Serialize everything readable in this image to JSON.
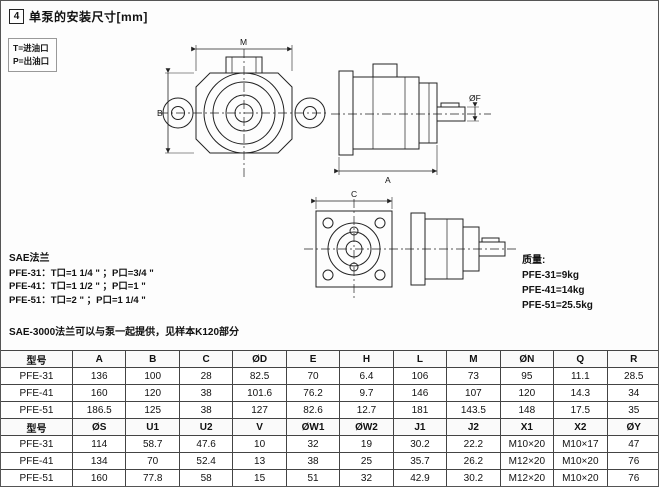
{
  "page": {
    "section_number": "4",
    "title": "单泵的安装尺寸[mm]"
  },
  "notes": {
    "port_lines": [
      "T=进油口",
      "P=出油口"
    ],
    "sae_flange": {
      "heading": "SAE法兰",
      "lines": [
        "PFE-31：T口=1 1/4 \" ；P口=3/4 \"",
        "PFE-41：T口=1 1/2 \" ；P口=1 \"",
        "PFE-51：T口=2 \" ；P口=1 1/4 \""
      ]
    },
    "sae3000": "SAE-3000法兰可以与泵一起提供，见样本K120部分",
    "mass": {
      "heading": "质量:",
      "lines": [
        "PFE-31=9kg",
        "PFE-41=14kg",
        "PFE-51=25.5kg"
      ]
    }
  },
  "drawing_labels": {
    "dim_m": "M",
    "dim_b": "B",
    "dim_a": "A",
    "dim_f": "ØF",
    "dim_c": "C"
  },
  "table": {
    "sections": [
      {
        "header": [
          "型号",
          "A",
          "B",
          "C",
          "ØD",
          "E",
          "H",
          "L",
          "M",
          "ØN",
          "Q",
          "R"
        ],
        "rows": [
          [
            "PFE-31",
            "136",
            "100",
            "28",
            "82.5",
            "70",
            "6.4",
            "106",
            "73",
            "95",
            "11.1",
            "28.5"
          ],
          [
            "PFE-41",
            "160",
            "120",
            "38",
            "101.6",
            "76.2",
            "9.7",
            "146",
            "107",
            "120",
            "14.3",
            "34"
          ],
          [
            "PFE-51",
            "186.5",
            "125",
            "38",
            "127",
            "82.6",
            "12.7",
            "181",
            "143.5",
            "148",
            "17.5",
            "35"
          ]
        ]
      },
      {
        "header": [
          "型号",
          "ØS",
          "U1",
          "U2",
          "V",
          "ØW1",
          "ØW2",
          "J1",
          "J2",
          "X1",
          "X2",
          "ØY"
        ],
        "rows": [
          [
            "PFE-31",
            "114",
            "58.7",
            "47.6",
            "10",
            "32",
            "19",
            "30.2",
            "22.2",
            "M10×20",
            "M10×17",
            "47"
          ],
          [
            "PFE-41",
            "134",
            "70",
            "52.4",
            "13",
            "38",
            "25",
            "35.7",
            "26.2",
            "M12×20",
            "M10×20",
            "76"
          ],
          [
            "PFE-51",
            "160",
            "77.8",
            "58",
            "15",
            "51",
            "32",
            "42.9",
            "30.2",
            "M12×20",
            "M10×20",
            "76"
          ]
        ]
      }
    ]
  }
}
